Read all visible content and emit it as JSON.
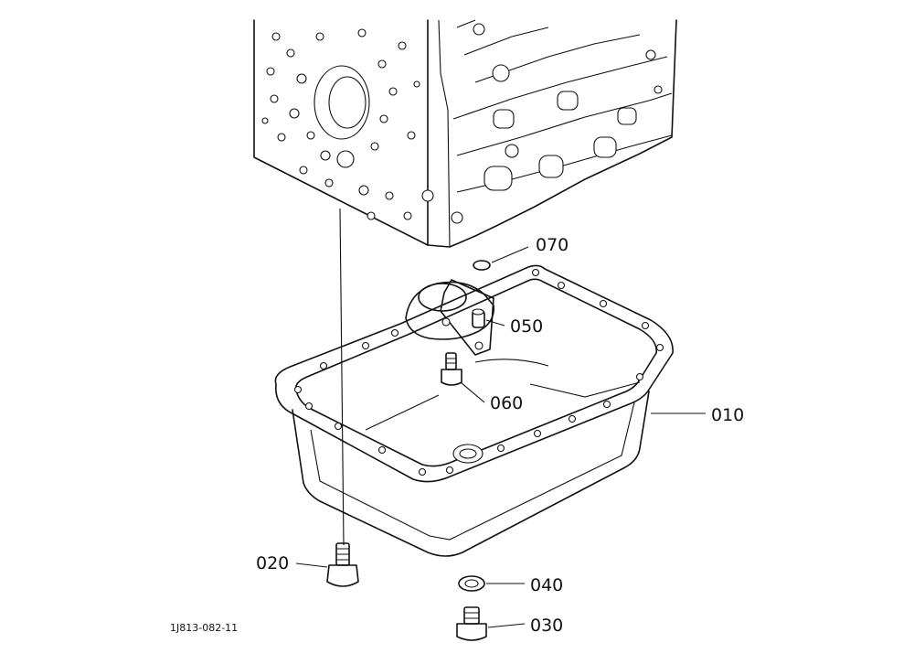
{
  "labels": {
    "oil_pan": "010",
    "pan_bolt": "020",
    "drain_plug": "030",
    "gasket": "040",
    "oil_strainer": "050",
    "strainer_bolt": "060",
    "o_ring": "070"
  },
  "drawing_code": "1J813-082-11"
}
